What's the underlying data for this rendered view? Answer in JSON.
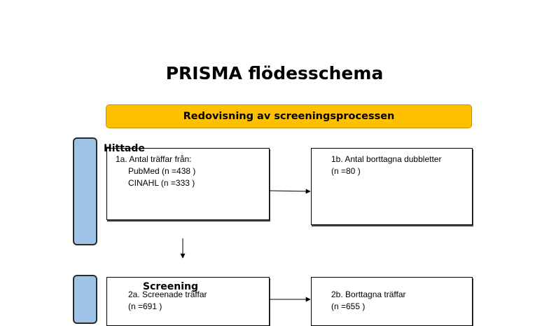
{
  "title": "PRISMA flödesschema",
  "banner": "Redovisning av screeningsprocessen",
  "stages": [
    {
      "label": "Hittade",
      "color": "#9DC3E6"
    },
    {
      "label": "Screening",
      "color": "#9DC3E6"
    }
  ],
  "boxes": {
    "b1a": {
      "lines": [
        "1a. Antal träffar från:",
        "PubMed (n =438 )",
        "CINAHL (n =333 )"
      ]
    },
    "b1b": {
      "lines": [
        "1b. Antal borttagna dubbletter",
        "(n =80 )"
      ]
    },
    "b2a": {
      "lines": [
        "2a. Screenade träffar",
        "(n =691 )"
      ]
    },
    "b2b": {
      "lines": [
        "2b. Borttagna träffar",
        "(n =655 )"
      ]
    }
  },
  "colors": {
    "banner": "#FFC000",
    "stage": "#9DC3E6"
  }
}
